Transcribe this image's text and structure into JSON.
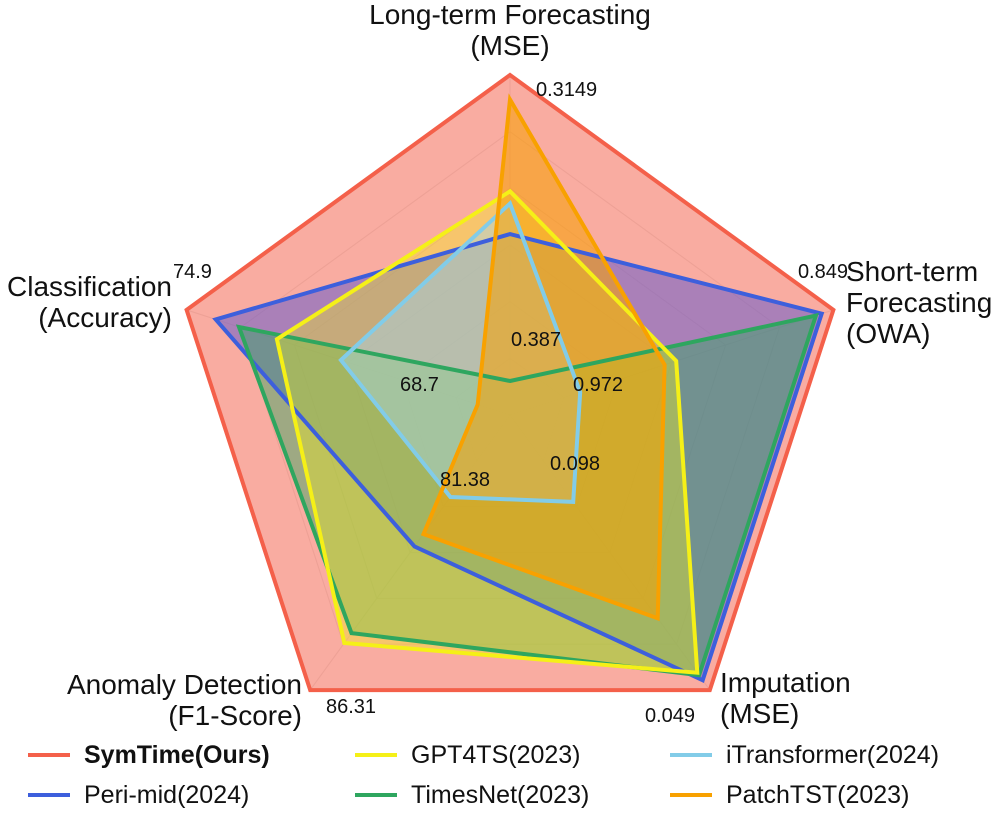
{
  "chart_data": {
    "type": "radar",
    "axes": [
      {
        "key": "lt",
        "title_lines": [
          "Long-term Forecasting",
          "(MSE)"
        ],
        "outer_label": "0.3149",
        "inner_label": "0.387"
      },
      {
        "key": "st",
        "title_lines": [
          "Short-term",
          "Forecasting",
          "(OWA)"
        ],
        "outer_label": "0.849",
        "inner_label": "0.972"
      },
      {
        "key": "imp",
        "title_lines": [
          "Imputation",
          "(MSE)"
        ],
        "outer_label": "0.049",
        "inner_label": "0.098"
      },
      {
        "key": "ad",
        "title_lines": [
          "Anomaly Detection",
          "(F1-Score)"
        ],
        "outer_label": "86.31",
        "inner_label": "81.38"
      },
      {
        "key": "cls",
        "title_lines": [
          "Classification",
          "(Accuracy)"
        ],
        "outer_label": "74.9",
        "inner_label": "68.7"
      }
    ],
    "scale_note": "values normalized 0-1 between inner and outer labels",
    "grid_levels": 6,
    "series": [
      {
        "name": "SymTime(Ours)",
        "color": "#f4604a",
        "fill": "#f8a397",
        "fill_opacity": 0.9,
        "values": [
          1.0,
          1.0,
          1.0,
          1.0,
          1.0
        ],
        "bold": true
      },
      {
        "name": "Peri-mid(2024)",
        "color": "#3d5fdc",
        "fill": "#6a5ccc",
        "fill_opacity": 0.55,
        "values": [
          0.48,
          0.96,
          0.96,
          0.42,
          0.9
        ],
        "bold": false
      },
      {
        "name": "TimesNet(2023)",
        "color": "#2ea65f",
        "fill": "#2ea65f",
        "fill_opacity": 0.45,
        "values": [
          0.0,
          0.94,
          0.94,
          0.77,
          0.82
        ],
        "bold": false
      },
      {
        "name": "GPT4TS(2023)",
        "color": "#f5f017",
        "fill": "#f5f017",
        "fill_opacity": 0.38,
        "values": [
          0.62,
          0.46,
          0.93,
          0.81,
          0.69
        ],
        "bold": false
      },
      {
        "name": "iTransformer(2024)",
        "color": "#82cce8",
        "fill": "#a6d8ec",
        "fill_opacity": 0.45,
        "values": [
          0.58,
          0.13,
          0.24,
          0.22,
          0.47
        ],
        "bold": false
      },
      {
        "name": "PatchTST(2023)",
        "color": "#f8a100",
        "fill": "#f8a100",
        "fill_opacity": 0.55,
        "values": [
          0.92,
          0.42,
          0.71,
          0.37,
          0.0
        ],
        "bold": false
      }
    ],
    "legend": {
      "position": "bottom",
      "rows": [
        [
          "SymTime(Ours)",
          "GPT4TS(2023)",
          "iTransformer(2024)"
        ],
        [
          "Peri-mid(2024)",
          "TimesNet(2023)",
          "PatchTST(2023)"
        ]
      ]
    }
  }
}
